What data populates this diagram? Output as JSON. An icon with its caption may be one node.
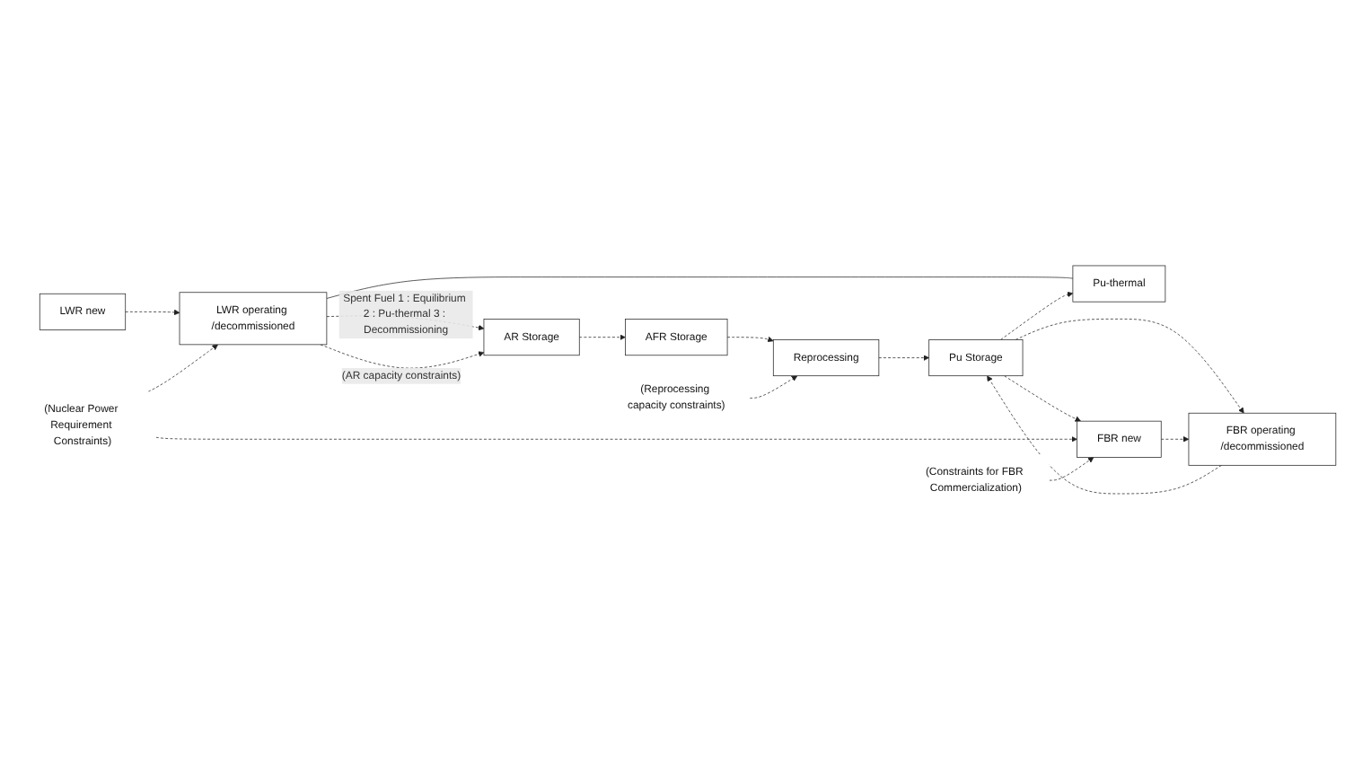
{
  "diagram": {
    "nodes": [
      {
        "text": [
          "LWR new"
        ]
      },
      {
        "text": [
          "LWR operating /decommissioned"
        ]
      },
      {
        "text": [
          "AR Storage"
        ]
      },
      {
        "text": [
          "AFR Storage"
        ]
      },
      {
        "text": [
          "(Reprocessing capacity constraints)"
        ]
      },
      {
        "text": [
          "Reprocessing"
        ]
      },
      {
        "text": [
          "Pu-thermal"
        ]
      },
      {
        "text": [
          "Pu Storage"
        ]
      },
      {
        "text": [
          "FBR operating /decommissioned"
        ]
      },
      {
        "text": [
          "FBR new"
        ]
      },
      {
        "text": [
          "(Nuclear Power Requirement Constraints)"
        ]
      },
      {
        "text": [
          "(Constraints for FBR Commercialization)"
        ]
      }
    ],
    "edges": [
      {
        "from": 0,
        "to": 1,
        "arrow": "to",
        "style": "dashed"
      },
      {
        "from": 1,
        "to": 2,
        "arrow": "to",
        "style": "dashed",
        "label": "Spent Fuel 1 : Equilibrium 2 : Pu-thermal 3 : Decommissioning"
      },
      {
        "from": 1,
        "to": 2,
        "arrow": "to",
        "style": "dashed",
        "label": "(AR capacity constraints)"
      },
      {
        "from": 2,
        "to": 3,
        "arrow": "to",
        "style": "dashed"
      },
      {
        "from": 3,
        "to": 5,
        "arrow": "to",
        "style": "dashed"
      },
      {
        "from": 4,
        "to": 5,
        "arrow": "to",
        "style": "dashed"
      },
      {
        "from": 5,
        "to": 7,
        "arrow": "to",
        "style": "dashed"
      },
      {
        "from": 1,
        "to": 6,
        "arrow": "none"
      },
      {
        "from": 7,
        "to": 6,
        "arrow": "to",
        "style": "dashed"
      },
      {
        "from": 7,
        "to": 8,
        "arrow": "to",
        "style": "dashed"
      },
      {
        "from": 8,
        "to": 7,
        "arrow": "to",
        "style": "dashed"
      },
      {
        "from": 7,
        "to": 9,
        "arrow": "to",
        "style": "dashed"
      },
      {
        "from": 9,
        "to": 8,
        "arrow": "to",
        "style": "dashed"
      },
      {
        "from": 10,
        "to": 1,
        "arrow": "to",
        "style": "dashed"
      },
      {
        "from": 10,
        "to": 9,
        "arrow": "to",
        "style": "dashed"
      },
      {
        "from": 11,
        "to": 9,
        "arrow": "to",
        "style": "dashed"
      }
    ]
  }
}
